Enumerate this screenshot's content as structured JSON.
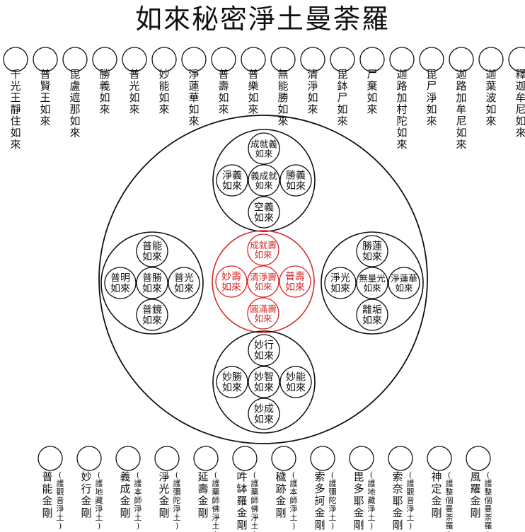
{
  "title": "如來秘密淨土曼荼羅",
  "top_row": [
    "千光王靜住如來",
    "普賢王如來",
    "毘盧遮那如來",
    "勝義如來",
    "普光如來",
    "妙能如來",
    "淨蓮華如來",
    "普壽如來",
    "普樂如來",
    "無能勝如來",
    "清淨如來",
    "毘鉢尸如來",
    "尸棄如來",
    "迦路加村陀如來",
    "毘尸淨如來",
    "迦路加牟尼如來",
    "迦葉波如來",
    "釋迦牟尼如來"
  ],
  "bottom_row": [
    {
      "name": "普能金剛",
      "note": "(護觀音淨土)"
    },
    {
      "name": "妙行金剛",
      "note": "(護地藏淨土)"
    },
    {
      "name": "義成金剛",
      "note": "(護本師淨土)"
    },
    {
      "name": "淨光金剛",
      "note": "(護彌陀淨土)"
    },
    {
      "name": "延壽金剛",
      "note": "(護藥師佛淨土)"
    },
    {
      "name": "吽缽羅金剛",
      "note": "(護藥師佛淨土)"
    },
    {
      "name": "穢跡金剛",
      "note": "(護本師淨土)"
    },
    {
      "name": "索多訶金剛",
      "note": "(護彌陀淨土)"
    },
    {
      "name": "毘多耶金剛",
      "note": "(護地藏淨土)"
    },
    {
      "name": "索奈耶金剛",
      "note": "(護觀音淨土)"
    },
    {
      "name": "神定金剛",
      "note": "(護整個曼荼羅)"
    },
    {
      "name": "風羅金剛",
      "note": "(護整個曼荼羅)"
    }
  ],
  "clusters": {
    "top": {
      "top": "成就義如來",
      "left": "淨義如來",
      "center": "義成就如來",
      "right": "勝義如來",
      "bottom": "空義如來"
    },
    "left": {
      "top": "普能如來",
      "left": "普明如來",
      "center": "普勝如來",
      "right": "普光如來",
      "bottom": "普鏡如來"
    },
    "center": {
      "top": "成就壽如來",
      "left": "妙壽如來",
      "center": "清淨壽如來",
      "right": "普壽如來",
      "bottom": "圓滿壽如來"
    },
    "right": {
      "top": "勝蓮如來",
      "left": "淨光如來",
      "center": "無量光如來",
      "right": "淨蓮華如來",
      "bottom": "離垢如來"
    },
    "bottom": {
      "top": "妙行如來",
      "left": "妙勝如來",
      "center": "妙智如來",
      "right": "妙能如來",
      "bottom": "妙成如來"
    }
  },
  "colors": {
    "ink": "#111111",
    "center_cluster": "#d42a2a",
    "background": "#ffffff"
  }
}
